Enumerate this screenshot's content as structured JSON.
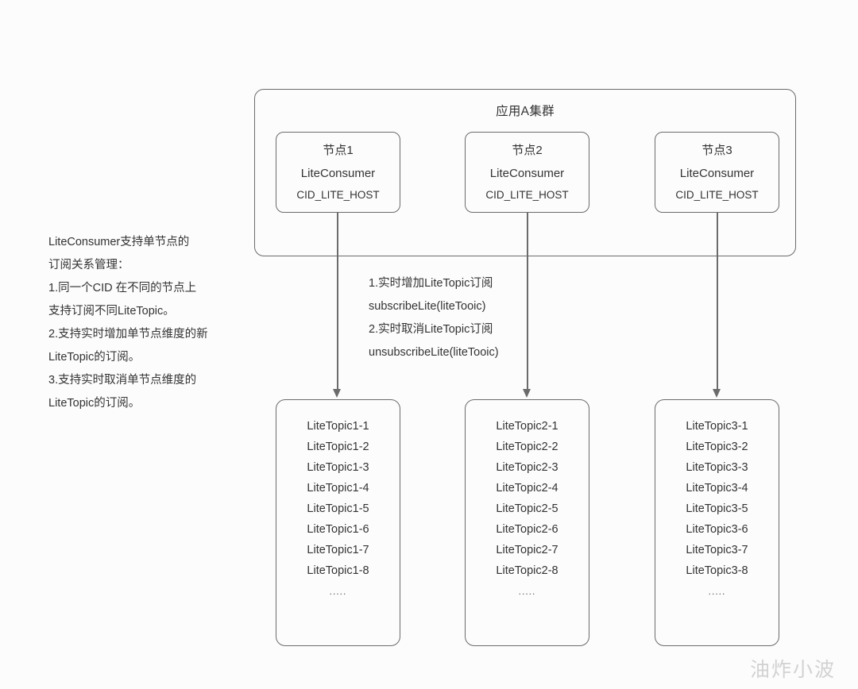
{
  "cluster": {
    "title": "应用A集群",
    "nodes": [
      {
        "title": "节点1",
        "component": "LiteConsumer",
        "cid": "CID_LITE_HOST"
      },
      {
        "title": "节点2",
        "component": "LiteConsumer",
        "cid": "CID_LITE_HOST"
      },
      {
        "title": "节点3",
        "component": "LiteConsumer",
        "cid": "CID_LITE_HOST"
      }
    ]
  },
  "topic_boxes": [
    {
      "items": [
        "LiteTopic1-1",
        "LiteTopic1-2",
        "LiteTopic1-3",
        "LiteTopic1-4",
        "LiteTopic1-5",
        "LiteTopic1-6",
        "LiteTopic1-7",
        "LiteTopic1-8"
      ],
      "ellipsis": "....."
    },
    {
      "items": [
        "LiteTopic2-1",
        "LiteTopic2-2",
        "LiteTopic2-3",
        "LiteTopic2-4",
        "LiteTopic2-5",
        "LiteTopic2-6",
        "LiteTopic2-7",
        "LiteTopic2-8"
      ],
      "ellipsis": "....."
    },
    {
      "items": [
        "LiteTopic3-1",
        "LiteTopic3-2",
        "LiteTopic3-3",
        "LiteTopic3-4",
        "LiteTopic3-5",
        "LiteTopic3-6",
        "LiteTopic3-7",
        "LiteTopic3-8"
      ],
      "ellipsis": "....."
    }
  ],
  "left_note": {
    "lines": [
      "LiteConsumer支持单节点的",
      "订阅关系管理：",
      "1.同一个CID 在不同的节点上",
      "支持订阅不同LiteTopic。",
      "2.支持实时增加单节点维度的新",
      "LiteTopic的订阅。",
      "3.支持实时取消单节点维度的",
      "LiteTopic的订阅。"
    ]
  },
  "center_note": {
    "lines": [
      "1.实时增加LiteTopic订阅",
      "subscribeLite(liteTooic)",
      "2.实时取消LiteTopic订阅",
      "unsubscribeLite(liteTooic)"
    ]
  },
  "watermark": "油炸小波",
  "colors": {
    "stroke": "#6b6b6b",
    "text": "#333333",
    "background": "#fcfcfc",
    "watermark": "#d2d2d2"
  }
}
